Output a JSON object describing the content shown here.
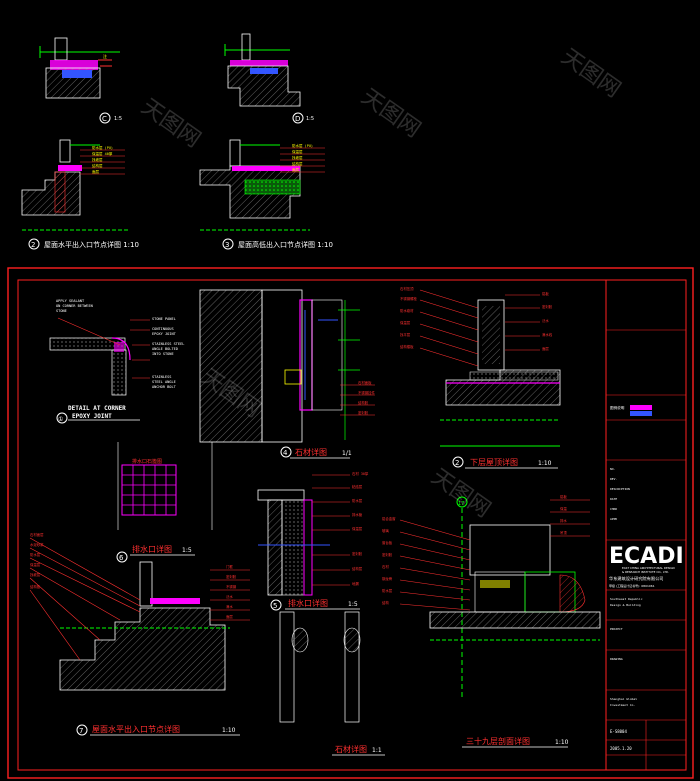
{
  "drawing": {
    "top_details": {
      "detail_c": {
        "marker": "C",
        "scale": "1:5"
      },
      "detail_d": {
        "marker": "D",
        "scale": "1:5"
      },
      "detail_2": {
        "number": "2",
        "title": "屋面水平出入口节点详图 1:10"
      },
      "detail_3": {
        "number": "3",
        "title": "屋面高低出入口节点详图 1:10"
      }
    },
    "sheet": {
      "corner_detail": {
        "marker": "①",
        "title_line1": "DETAIL AT CORNER",
        "title_line2": "EPOXY JOINT",
        "notes": [
          "APPLY SEALANT",
          "ON CORNER BETWEEN",
          "STONE",
          "STONE PANEL",
          "CONTINUOUS",
          "EPOXY JOINT",
          "STAINLESS STEEL",
          "ANGLE BOLTED",
          "INTO STONE",
          "STAINLESS",
          "STEEL ANGLE",
          "ANCHOR BOLT"
        ]
      },
      "stone_detail_4": {
        "number": "4",
        "title": "石材详图",
        "scale": "1/1"
      },
      "lower_roof_detail": {
        "number": "2",
        "title": "下层屋顶详图",
        "scale": "1:10"
      },
      "drain_detail_6": {
        "number": "6",
        "title": "排水口详图",
        "scale": "1:5",
        "label": "排水口石篦图"
      },
      "drain_detail_5": {
        "number": "5",
        "title": "排水口详图",
        "scale": "1:5"
      },
      "roof_entry_detail_7": {
        "number": "7",
        "title": "屋面水平出入口节点详图",
        "scale": "1:10"
      },
      "stone_detail_plain": {
        "title": "石材详图",
        "scale": "1:1"
      },
      "section_39": {
        "title": "三十九层剖面详图",
        "scale": "1:10",
        "axis_marker": "17"
      }
    },
    "title_block": {
      "logo": "ECADI",
      "company_en_1": "EAST CHINA ARCHITECTURAL DESIGN",
      "company_en_2": "& RESEARCH INSTITUTE CO., LTD.",
      "company_cn": "华东建筑设计研究院有限公司",
      "cert": "甲级 (工程设计证书号): 0801061",
      "legend_title": "图例说明",
      "code": "E-S8004",
      "date": "2005.1.20",
      "watermark": "天图网"
    }
  },
  "colors": {
    "background": "#000000",
    "frame": "#ff2020",
    "red_text": "#ff3030",
    "white": "#ffffff",
    "yellow": "#ffff00",
    "green": "#00ff00",
    "cyan": "#00ffff",
    "magenta": "#ff00ff",
    "blue": "#3355ff",
    "hatch": "#8a8a8a"
  }
}
